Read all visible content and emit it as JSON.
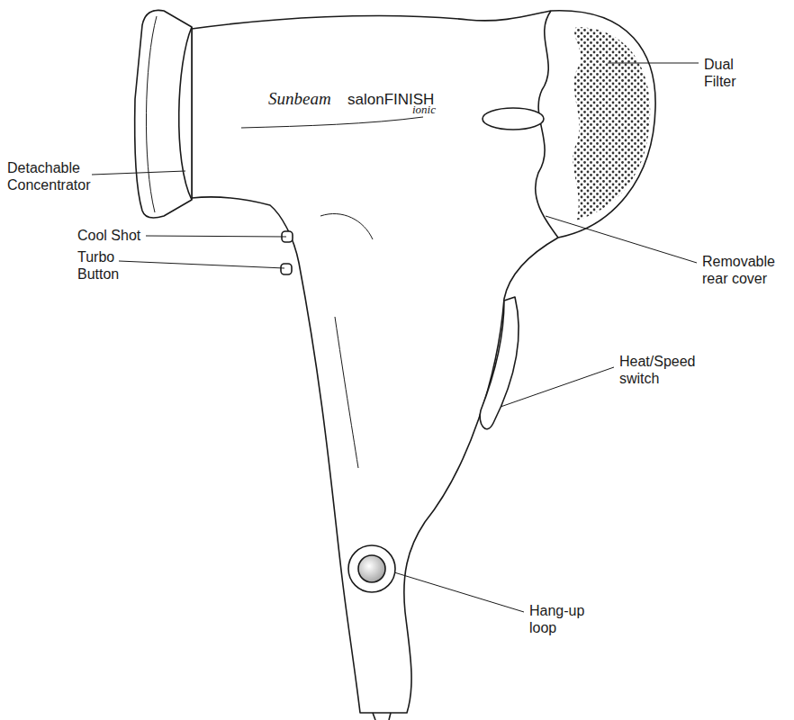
{
  "diagram": {
    "labels": [
      "Detachable Concentrator",
      "Cool Shot",
      "Turbo Button",
      "Dual Filter",
      "Removable rear cover",
      "Heat/Speed switch",
      "Hang-up loop",
      "Sunbeam",
      "salonFINISH",
      "ionic"
    ]
  }
}
